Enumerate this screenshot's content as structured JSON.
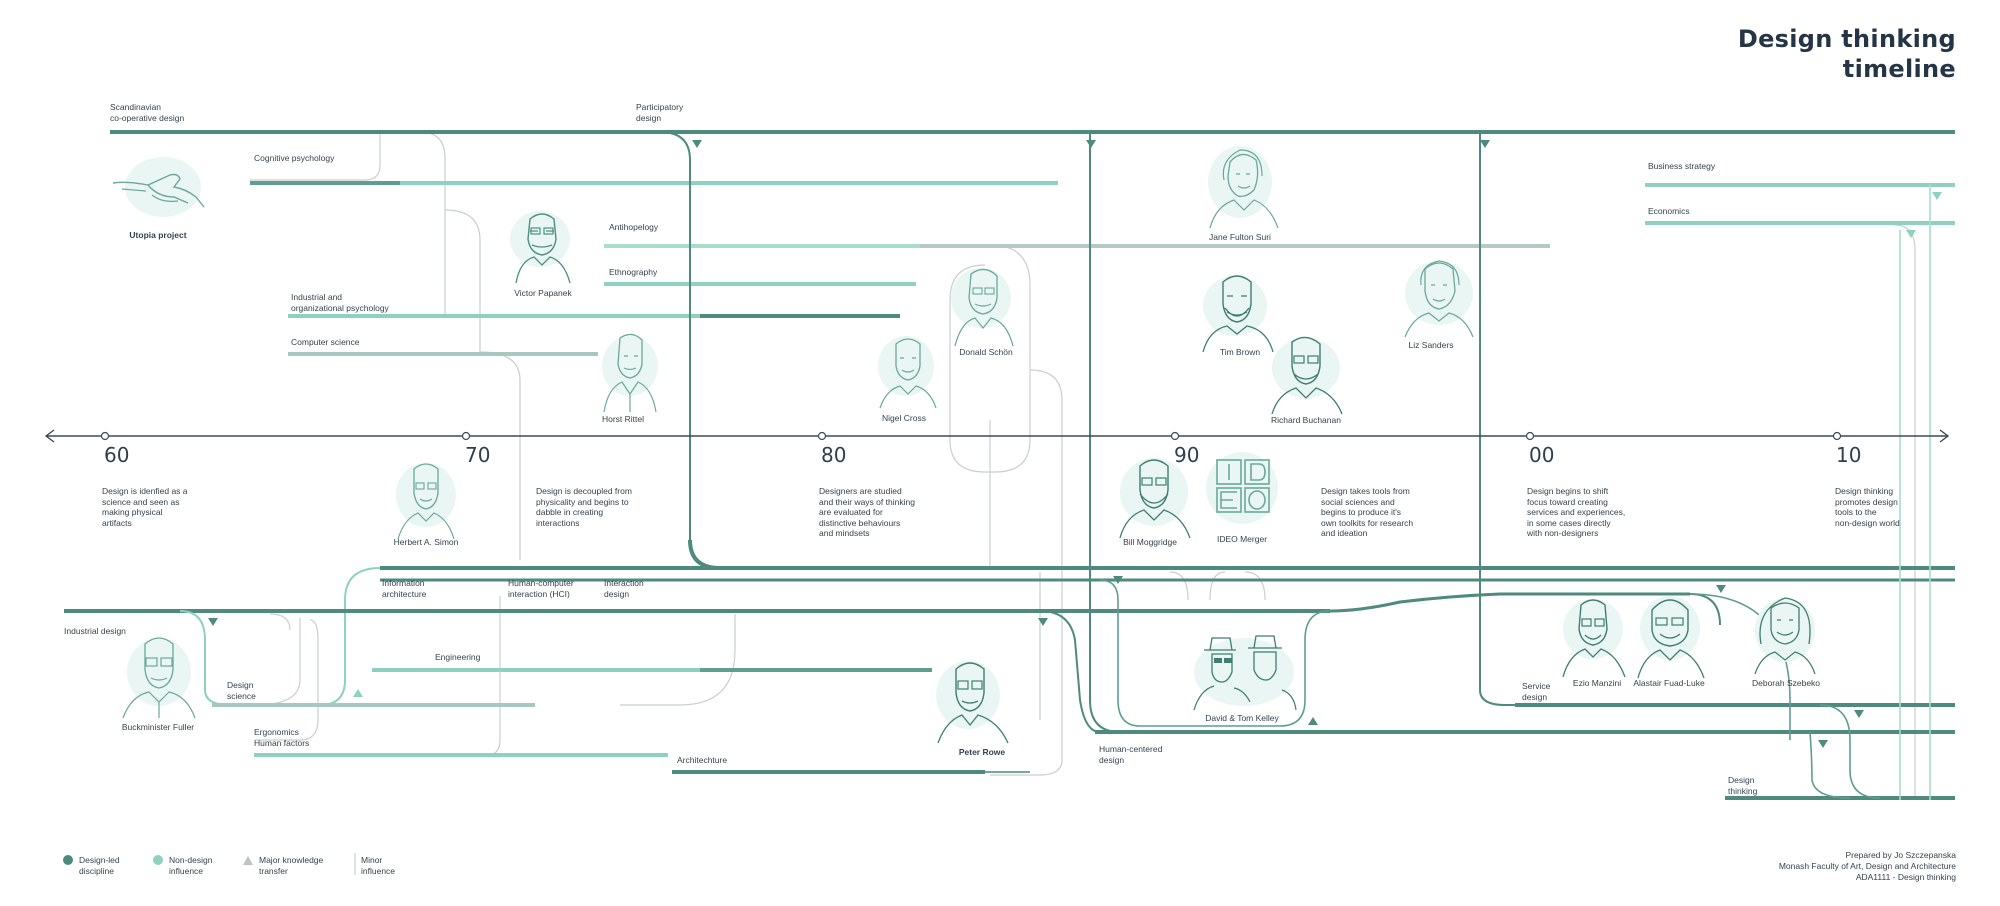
{
  "title": {
    "line1": "Design thinking",
    "line2": "timeline"
  },
  "decades": [
    {
      "label": "60"
    },
    {
      "label": "70"
    },
    {
      "label": "80"
    },
    {
      "label": "90"
    },
    {
      "label": "00"
    },
    {
      "label": "10"
    }
  ],
  "decade_descriptions": [
    "Design is idenfied as a\nscience and seen as\nmaking physical\nartifacts",
    "Design is decoupled from\nphysicality and begins to\ndabble in creating\ninteractions",
    "Designers are studied\nand their ways of thinking\nare evaluated for\ndistinctive behaviours\nand mindsets",
    "Design takes tools from\nsocial sciences and\nbegins to produce it's\nown toolkits for research\nand ideation",
    "Design begins to shift\nfocus toward creating\nservices and experiences,\nin some cases directly\nwith non-designers",
    "Design thinking\npromotes design\ntools to the\nnon-design world"
  ],
  "disciplines": [
    "Scandinavian\nco-operative design",
    "Participatory\ndesign",
    "Cognitive psychology",
    "Antihopelogy",
    "Ethnography",
    "Industrial and\norganizational psychology",
    "Computer science",
    "Business strategy",
    "Economics",
    "Information\narchitecture",
    "Human-computer\ninteraction (HCI)",
    "Interaction\ndesign",
    "Industrial design",
    "Design\nscience",
    "Engineering",
    "Ergonomics\nHuman factors",
    "Architechture",
    "Human-centered\ndesign",
    "Service\ndesign",
    "Design\nthinking"
  ],
  "people": [
    {
      "name": "Utopia project",
      "icon": "hand-sketch-icon"
    },
    {
      "name": "Victor Papanek",
      "icon": "portrait-icon"
    },
    {
      "name": "Horst Rittel",
      "icon": "portrait-icon"
    },
    {
      "name": "Donald Schön",
      "icon": "portrait-icon"
    },
    {
      "name": "Nigel Cross",
      "icon": "portrait-icon"
    },
    {
      "name": "Jane Fulton Suri",
      "icon": "portrait-icon"
    },
    {
      "name": "Tim Brown",
      "icon": "portrait-icon"
    },
    {
      "name": "Richard Buchanan",
      "icon": "portrait-icon"
    },
    {
      "name": "Liz Sanders",
      "icon": "portrait-icon"
    },
    {
      "name": "Herbert A. Simon",
      "icon": "portrait-icon"
    },
    {
      "name": "Bill Moggridge",
      "icon": "portrait-icon"
    },
    {
      "name": "IDEO Merger",
      "icon": "ideo-logo-icon",
      "logo_text": "IDEO"
    },
    {
      "name": "Buckminister Fuller",
      "icon": "portrait-icon"
    },
    {
      "name": "Peter Rowe",
      "icon": "portrait-icon"
    },
    {
      "name": "David & Tom Kelley",
      "icon": "portrait-icon"
    },
    {
      "name": "Ezio Manzini",
      "icon": "portrait-icon"
    },
    {
      "name": "Alastair Fuad-Luke",
      "icon": "portrait-icon"
    },
    {
      "name": "Deborah Szebeko",
      "icon": "portrait-icon"
    }
  ],
  "legend": [
    {
      "label": "Design-led\ndiscipline",
      "color": "#4e8a7d",
      "icon": "dot-dark-icon"
    },
    {
      "label": "Non-design\ninfluence",
      "color": "#8fd1c1",
      "icon": "dot-light-icon"
    },
    {
      "label": "Major knowledge\ntransfer",
      "color": "#bcc3c5",
      "icon": "triangle-icon"
    },
    {
      "label": "Minor\ninfluence",
      "color": "#c9cfd1",
      "icon": "thin-line-icon"
    }
  ],
  "credit": {
    "line1": "Prepared by Jo Szczepanska",
    "line2": "Monash Faculty of Art, Design and Architecture",
    "line3": "ADA1111 - Design thinking"
  },
  "colors": {
    "design_led": "#4e8a7d",
    "non_design": "#8fd1c1",
    "axis": "#3b4a55",
    "minor": "#c9cfd1"
  }
}
